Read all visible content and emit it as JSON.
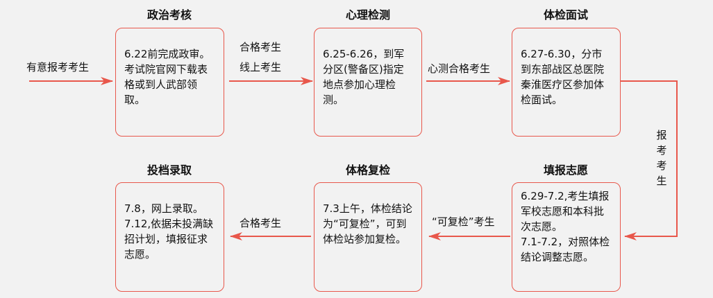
{
  "stages": {
    "political": {
      "title": "政治考核",
      "text": "6.22前完成政审。\n考试院官网下载表格或到人武部领取。"
    },
    "psych": {
      "title": "心理检测",
      "text": "6.25-6.26，到军分区(警备区)指定地点参加心理检测。"
    },
    "physical": {
      "title": "体检面试",
      "text": "6.27-6.30，分市到东部战区总医院秦淮医疗区参加体检面试。"
    },
    "wish": {
      "title": "填报志愿",
      "text": "6.29-7.2,考生填报军校志愿和本科批次志愿。\n7.1-7.2，对照体检结论调整志愿。"
    },
    "recheck": {
      "title": "体格复检",
      "text": "7.3上午，体检结论为“可复检”，可到体检站参加复检。"
    },
    "admission": {
      "title": "投档录取",
      "text": "7.8，网上录取。\n7.12,依据未投满缺招计划，填报征求志愿。"
    }
  },
  "arrows": {
    "start": "有意报考考生",
    "qualified_1": "合格考生",
    "online": "线上考生",
    "psych_pass": "心测合格考生",
    "apply": "报考考生",
    "recheck_ok": "“可复检”考生",
    "qualified_2": "合格考生"
  },
  "colors": {
    "accent": "#e8574b",
    "box_border": "#e8574b"
  }
}
